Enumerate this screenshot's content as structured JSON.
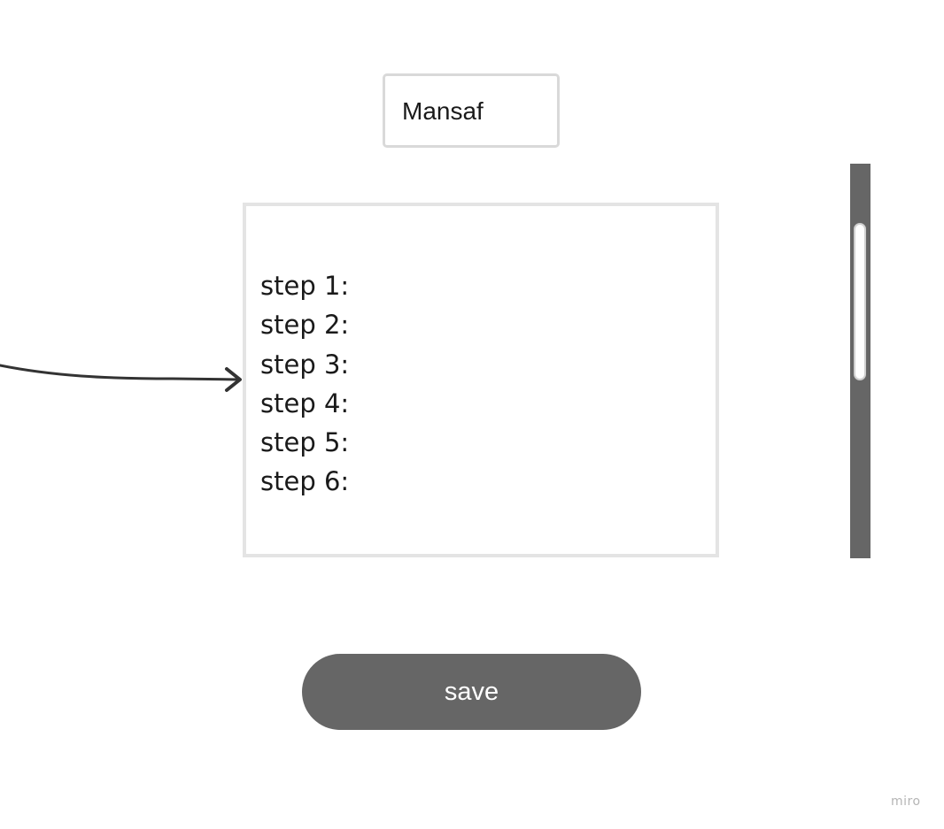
{
  "recipe": {
    "title": "Mansaf"
  },
  "steps": [
    "step 1:",
    "step 2:",
    "step 3:",
    "step 4:",
    "step 5:",
    "step 6:"
  ],
  "actions": {
    "save_label": "save"
  },
  "branding": {
    "watermark": "miro"
  },
  "icons": {
    "connector": "curved-arrow-icon"
  },
  "colors": {
    "button": "#666666",
    "scrollbar": "#666666",
    "border": "#e4e4e4",
    "text": "#1a1a1a"
  }
}
